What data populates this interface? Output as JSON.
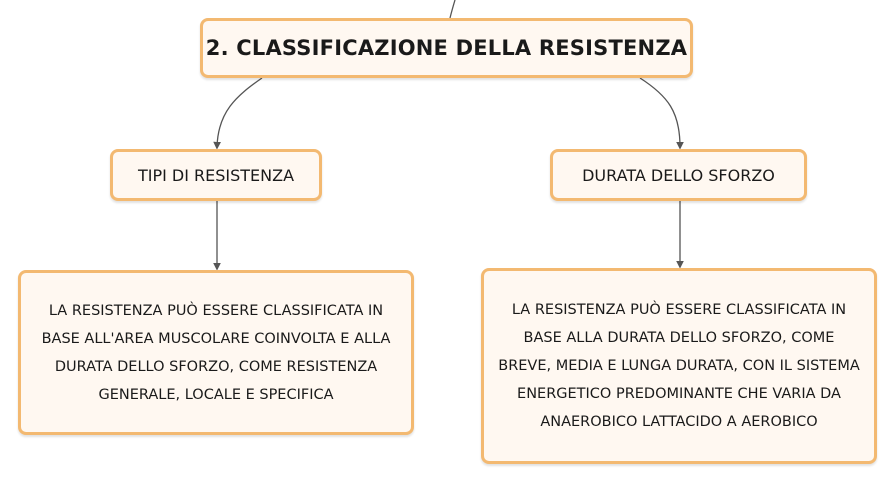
{
  "diagram": {
    "root": {
      "label": "2. CLASSIFICAZIONE DELLA RESISTENZA"
    },
    "branches": [
      {
        "label": "TIPI DI RESISTENZA",
        "detail": "LA RESISTENZA PUÒ ESSERE CLASSIFICATA IN BASE ALL'AREA MUSCOLARE COINVOLTA E ALLA DURATA DELLO SFORZO, COME RESISTENZA GENERALE, LOCALE E SPECIFICA"
      },
      {
        "label": "DURATA DELLO SFORZO",
        "detail": "LA RESISTENZA PUÒ ESSERE CLASSIFICATA IN BASE ALLA DURATA DELLO SFORZO, COME BREVE, MEDIA E LUNGA DURATA, CON IL SISTEMA ENERGETICO PREDOMINANTE CHE VARIA DA ANAEROBICO LATTACIDO A AEROBICO"
      }
    ]
  },
  "colors": {
    "node_border": "#f3b971",
    "node_fill": "#fff8f1",
    "connector": "#555555"
  }
}
